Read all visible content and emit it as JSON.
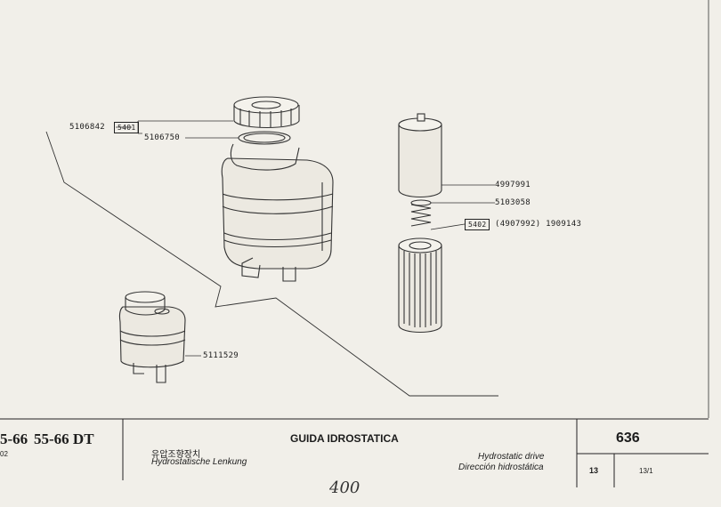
{
  "callouts": {
    "cap_part": "5106842",
    "cap_ref": "5401",
    "seal_part": "5106750",
    "filter_cover_part": "4997991",
    "spring_part": "5103058",
    "filter_ref": "5402",
    "filter_part": "(4907992) 1909143",
    "small_tank_part": "5111529"
  },
  "title_block": {
    "model_partial": "5-66",
    "model_full": "55-66 DT",
    "model_sub": "02",
    "title_it": "GUIDA IDROSTATICA",
    "title_ko": "유압조향장치",
    "title_de": "Hydrostatische Lenkung",
    "title_en": "Hydrostatic drive",
    "title_es": "Dirección hidrostática",
    "page_number": "636",
    "group_number": "13",
    "sheet_ref": "13/1"
  },
  "handwritten_note": "400"
}
